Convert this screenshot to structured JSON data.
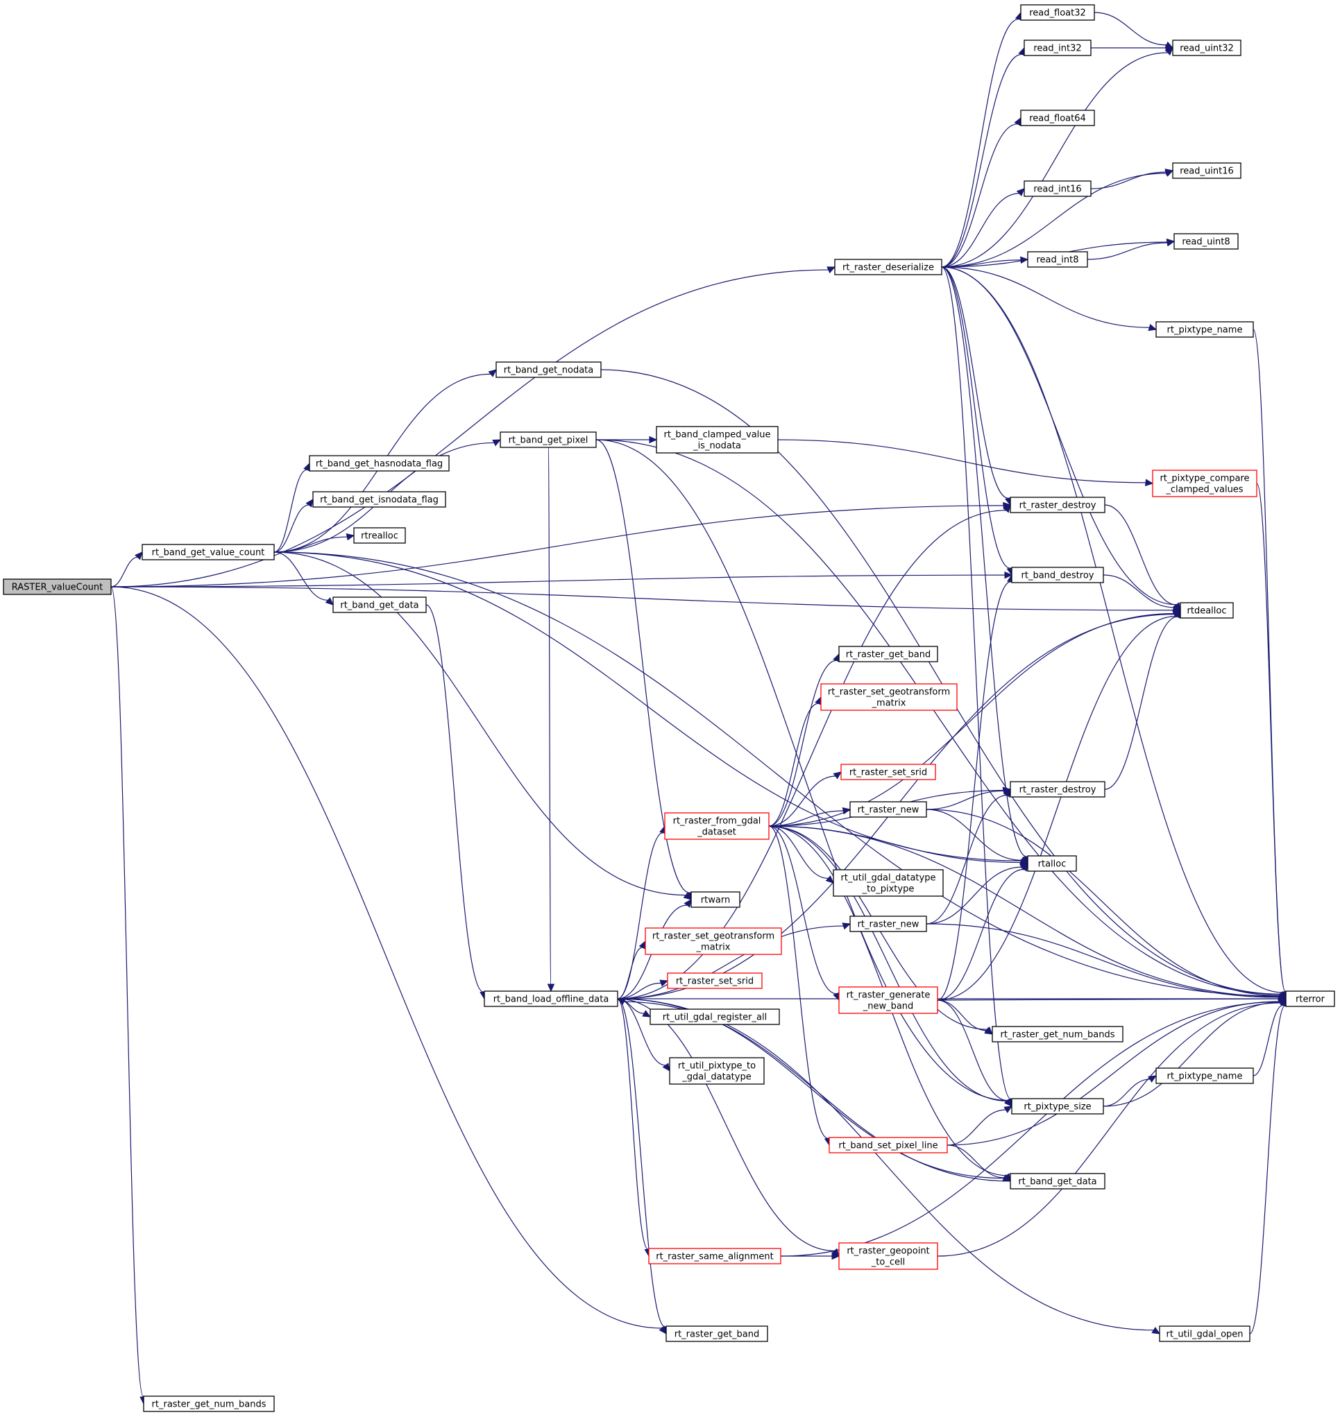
{
  "colors": {
    "edge": "#191970",
    "border_normal": "#000000",
    "border_truncated": "#ff0000",
    "fill_normal": "#ffffff",
    "fill_focus": "#bfbfbf",
    "text": "#000000"
  },
  "nodes": [
    {
      "id": "raster_valuecount",
      "lines": [
        "RASTER_valueCount"
      ],
      "style": "focus"
    },
    {
      "id": "rt_band_get_value_count",
      "lines": [
        "rt_band_get_value_count"
      ],
      "style": "normal"
    },
    {
      "id": "rt_raster_get_num_bands_1",
      "lines": [
        "rt_raster_get_num_bands"
      ],
      "style": "normal"
    },
    {
      "id": "rt_raster_deserialize",
      "lines": [
        "rt_raster_deserialize"
      ],
      "style": "normal"
    },
    {
      "id": "rt_band_get_nodata",
      "lines": [
        "rt_band_get_nodata"
      ],
      "style": "normal"
    },
    {
      "id": "rt_band_get_pixel",
      "lines": [
        "rt_band_get_pixel"
      ],
      "style": "normal"
    },
    {
      "id": "rt_band_get_hasnodata_flag",
      "lines": [
        "rt_band_get_hasnodata_flag"
      ],
      "style": "normal"
    },
    {
      "id": "rt_band_get_isnodata_flag",
      "lines": [
        "rt_band_get_isnodata_flag"
      ],
      "style": "normal"
    },
    {
      "id": "rtrealloc",
      "lines": [
        "rtrealloc"
      ],
      "style": "normal"
    },
    {
      "id": "rt_band_get_data_1",
      "lines": [
        "rt_band_get_data"
      ],
      "style": "normal"
    },
    {
      "id": "rt_band_clamped_value_is_nodata",
      "lines": [
        "rt_band_clamped_value",
        "_is_nodata"
      ],
      "style": "normal"
    },
    {
      "id": "read_float32",
      "lines": [
        "read_float32"
      ],
      "style": "normal"
    },
    {
      "id": "read_int32",
      "lines": [
        "read_int32"
      ],
      "style": "normal"
    },
    {
      "id": "read_uint32",
      "lines": [
        "read_uint32"
      ],
      "style": "normal"
    },
    {
      "id": "read_float64",
      "lines": [
        "read_float64"
      ],
      "style": "normal"
    },
    {
      "id": "read_int16",
      "lines": [
        "read_int16"
      ],
      "style": "normal"
    },
    {
      "id": "read_uint16",
      "lines": [
        "read_uint16"
      ],
      "style": "normal"
    },
    {
      "id": "read_int8",
      "lines": [
        "read_int8"
      ],
      "style": "normal"
    },
    {
      "id": "read_uint8",
      "lines": [
        "read_uint8"
      ],
      "style": "normal"
    },
    {
      "id": "rt_pixtype_name_1",
      "lines": [
        "rt_pixtype_name"
      ],
      "style": "normal"
    },
    {
      "id": "rt_pixtype_compare_clamped_values",
      "lines": [
        "rt_pixtype_compare",
        "_clamped_values"
      ],
      "style": "truncated"
    },
    {
      "id": "rt_raster_destroy_1",
      "lines": [
        "rt_raster_destroy"
      ],
      "style": "normal"
    },
    {
      "id": "rt_band_destroy",
      "lines": [
        "rt_band_destroy"
      ],
      "style": "normal"
    },
    {
      "id": "rtdealloc",
      "lines": [
        "rtdealloc"
      ],
      "style": "normal"
    },
    {
      "id": "rt_raster_get_band_1",
      "lines": [
        "rt_raster_get_band"
      ],
      "style": "normal"
    },
    {
      "id": "rt_raster_set_geotransform_matrix_1",
      "lines": [
        "rt_raster_set_geotransform",
        "_matrix"
      ],
      "style": "truncated"
    },
    {
      "id": "rt_raster_set_srid_1",
      "lines": [
        "rt_raster_set_srid"
      ],
      "style": "truncated"
    },
    {
      "id": "rt_raster_destroy_2",
      "lines": [
        "rt_raster_destroy"
      ],
      "style": "normal"
    },
    {
      "id": "rt_raster_from_gdal_dataset",
      "lines": [
        "rt_raster_from_gdal",
        "_dataset"
      ],
      "style": "truncated"
    },
    {
      "id": "rt_raster_new_1",
      "lines": [
        "rt_raster_new"
      ],
      "style": "normal"
    },
    {
      "id": "rtalloc",
      "lines": [
        "rtalloc"
      ],
      "style": "normal"
    },
    {
      "id": "rt_util_gdal_datatype_to_pixtype",
      "lines": [
        "rt_util_gdal_datatype",
        "_to_pixtype"
      ],
      "style": "normal"
    },
    {
      "id": "rtwarn",
      "lines": [
        "rtwarn"
      ],
      "style": "normal"
    },
    {
      "id": "rt_raster_new_2",
      "lines": [
        "rt_raster_new"
      ],
      "style": "normal"
    },
    {
      "id": "rt_raster_set_geotransform_matrix_2",
      "lines": [
        "rt_raster_set_geotransform",
        "_matrix"
      ],
      "style": "truncated"
    },
    {
      "id": "rt_raster_set_srid_2",
      "lines": [
        "rt_raster_set_srid"
      ],
      "style": "truncated"
    },
    {
      "id": "rt_band_load_offline_data",
      "lines": [
        "rt_band_load_offline_data"
      ],
      "style": "normal"
    },
    {
      "id": "rt_raster_generate_new_band",
      "lines": [
        "rt_raster_generate",
        "_new_band"
      ],
      "style": "truncated"
    },
    {
      "id": "rterror",
      "lines": [
        "rterror"
      ],
      "style": "normal"
    },
    {
      "id": "rt_util_gdal_register_all",
      "lines": [
        "rt_util_gdal_register_all"
      ],
      "style": "normal"
    },
    {
      "id": "rt_raster_get_num_bands_2",
      "lines": [
        "rt_raster_get_num_bands"
      ],
      "style": "normal"
    },
    {
      "id": "rt_util_pixtype_to_gdal_datatype",
      "lines": [
        "rt_util_pixtype_to",
        "_gdal_datatype"
      ],
      "style": "normal"
    },
    {
      "id": "rt_pixtype_name_2",
      "lines": [
        "rt_pixtype_name"
      ],
      "style": "normal"
    },
    {
      "id": "rt_pixtype_size",
      "lines": [
        "rt_pixtype_size"
      ],
      "style": "normal"
    },
    {
      "id": "rt_band_set_pixel_line",
      "lines": [
        "rt_band_set_pixel_line"
      ],
      "style": "truncated"
    },
    {
      "id": "rt_band_get_data_2",
      "lines": [
        "rt_band_get_data"
      ],
      "style": "normal"
    },
    {
      "id": "rt_raster_same_alignment",
      "lines": [
        "rt_raster_same_alignment"
      ],
      "style": "truncated"
    },
    {
      "id": "rt_raster_geopoint_to_cell",
      "lines": [
        "rt_raster_geopoint",
        "_to_cell"
      ],
      "style": "truncated"
    },
    {
      "id": "rt_raster_get_band_2",
      "lines": [
        "rt_raster_get_band"
      ],
      "style": "normal"
    },
    {
      "id": "rt_util_gdal_open",
      "lines": [
        "rt_util_gdal_open"
      ],
      "style": "normal"
    }
  ],
  "edges": [
    [
      "raster_valuecount",
      "rt_band_get_value_count"
    ],
    [
      "raster_valuecount",
      "rt_raster_deserialize"
    ],
    [
      "raster_valuecount",
      "rt_band_destroy"
    ],
    [
      "raster_valuecount",
      "rtdealloc"
    ],
    [
      "raster_valuecount",
      "rt_raster_get_band_2"
    ],
    [
      "raster_valuecount",
      "rt_raster_get_num_bands_1"
    ],
    [
      "raster_valuecount",
      "rt_raster_destroy_1"
    ],
    [
      "rt_band_get_value_count",
      "rt_band_get_nodata"
    ],
    [
      "rt_band_get_value_count",
      "rt_band_get_pixel"
    ],
    [
      "rt_band_get_value_count",
      "rt_band_get_hasnodata_flag"
    ],
    [
      "rt_band_get_value_count",
      "rt_band_get_isnodata_flag"
    ],
    [
      "rt_band_get_value_count",
      "rtrealloc"
    ],
    [
      "rt_band_get_value_count",
      "rt_band_get_data_1"
    ],
    [
      "rt_band_get_value_count",
      "rtwarn"
    ],
    [
      "rt_band_get_value_count",
      "rterror"
    ],
    [
      "rt_band_get_value_count",
      "rtalloc"
    ],
    [
      "rt_raster_deserialize",
      "read_float32"
    ],
    [
      "rt_raster_deserialize",
      "read_int32"
    ],
    [
      "rt_raster_deserialize",
      "read_uint32"
    ],
    [
      "rt_raster_deserialize",
      "read_float64"
    ],
    [
      "rt_raster_deserialize",
      "read_uint16"
    ],
    [
      "rt_raster_deserialize",
      "read_int16"
    ],
    [
      "rt_raster_deserialize",
      "read_uint8"
    ],
    [
      "rt_raster_deserialize",
      "read_int8"
    ],
    [
      "rt_raster_deserialize",
      "rterror"
    ],
    [
      "rt_raster_deserialize",
      "rt_pixtype_name_1"
    ],
    [
      "rt_raster_deserialize",
      "rt_raster_destroy_1"
    ],
    [
      "rt_raster_deserialize",
      "rtdealloc"
    ],
    [
      "rt_raster_deserialize",
      "rt_band_destroy"
    ],
    [
      "rt_raster_deserialize",
      "rtalloc"
    ],
    [
      "rt_raster_deserialize",
      "rt_pixtype_size"
    ],
    [
      "read_float32",
      "read_uint32"
    ],
    [
      "read_int32",
      "read_uint32"
    ],
    [
      "read_int16",
      "read_uint16"
    ],
    [
      "read_int8",
      "read_uint8"
    ],
    [
      "rt_pixtype_name_1",
      "rterror"
    ],
    [
      "rt_band_get_nodata",
      "rterror"
    ],
    [
      "rt_band_get_pixel",
      "rt_band_clamped_value_is_nodata"
    ],
    [
      "rt_band_get_pixel",
      "rterror"
    ],
    [
      "rt_band_get_pixel",
      "rtwarn"
    ],
    [
      "rt_band_get_pixel",
      "rt_pixtype_size"
    ],
    [
      "rt_band_get_pixel",
      "rt_band_load_offline_data"
    ],
    [
      "rt_band_clamped_value_is_nodata",
      "rt_pixtype_compare_clamped_values"
    ],
    [
      "rt_pixtype_compare_clamped_values",
      "rterror"
    ],
    [
      "rt_raster_destroy_1",
      "rtdealloc"
    ],
    [
      "rt_band_destroy",
      "rtdealloc"
    ],
    [
      "rt_band_get_data_1",
      "rt_band_load_offline_data"
    ],
    [
      "rt_band_load_offline_data",
      "rt_raster_destroy_1"
    ],
    [
      "rt_band_load_offline_data",
      "rterror"
    ],
    [
      "rt_band_load_offline_data",
      "rtdealloc"
    ],
    [
      "rt_band_load_offline_data",
      "rt_raster_from_gdal_dataset"
    ],
    [
      "rt_band_load_offline_data",
      "rtwarn"
    ],
    [
      "rt_band_load_offline_data",
      "rt_raster_set_geotransform_matrix_2"
    ],
    [
      "rt_band_load_offline_data",
      "rt_raster_set_srid_2"
    ],
    [
      "rt_band_load_offline_data",
      "rt_util_gdal_register_all"
    ],
    [
      "rt_band_load_offline_data",
      "rt_raster_new_2"
    ],
    [
      "rt_band_load_offline_data",
      "rt_util_pixtype_to_gdal_datatype"
    ],
    [
      "rt_band_load_offline_data",
      "rt_raster_same_alignment"
    ],
    [
      "rt_band_load_offline_data",
      "rt_raster_geopoint_to_cell"
    ],
    [
      "rt_band_load_offline_data",
      "rt_raster_get_band_2"
    ],
    [
      "rt_band_load_offline_data",
      "rt_util_gdal_open"
    ],
    [
      "rt_band_load_offline_data",
      "rt_band_get_data_2"
    ],
    [
      "rt_raster_from_gdal_dataset",
      "rt_raster_get_band_1"
    ],
    [
      "rt_raster_from_gdal_dataset",
      "rt_raster_set_geotransform_matrix_1"
    ],
    [
      "rt_raster_from_gdal_dataset",
      "rt_raster_set_srid_1"
    ],
    [
      "rt_raster_from_gdal_dataset",
      "rt_raster_destroy_2"
    ],
    [
      "rt_raster_from_gdal_dataset",
      "rt_raster_new_1"
    ],
    [
      "rt_raster_from_gdal_dataset",
      "rtalloc"
    ],
    [
      "rt_raster_from_gdal_dataset",
      "rt_util_gdal_datatype_to_pixtype"
    ],
    [
      "rt_raster_from_gdal_dataset",
      "rtdealloc"
    ],
    [
      "rt_raster_from_gdal_dataset",
      "rt_raster_generate_new_band"
    ],
    [
      "rt_raster_from_gdal_dataset",
      "rt_raster_get_num_bands_2"
    ],
    [
      "rt_raster_from_gdal_dataset",
      "rterror"
    ],
    [
      "rt_raster_from_gdal_dataset",
      "rt_pixtype_size"
    ],
    [
      "rt_raster_from_gdal_dataset",
      "rt_band_set_pixel_line"
    ],
    [
      "rt_raster_from_gdal_dataset",
      "rt_band_get_data_2"
    ],
    [
      "rt_raster_destroy_2",
      "rtdealloc"
    ],
    [
      "rt_raster_new_1",
      "rt_raster_destroy_2"
    ],
    [
      "rt_raster_new_1",
      "rtalloc"
    ],
    [
      "rt_raster_new_1",
      "rterror"
    ],
    [
      "rt_raster_new_2",
      "rtalloc"
    ],
    [
      "rt_raster_new_2",
      "rterror"
    ],
    [
      "rt_raster_new_2",
      "rt_raster_destroy_2"
    ],
    [
      "rt_raster_generate_new_band",
      "rt_band_destroy"
    ],
    [
      "rt_raster_generate_new_band",
      "rtdealloc"
    ],
    [
      "rt_raster_generate_new_band",
      "rtalloc"
    ],
    [
      "rt_raster_generate_new_band",
      "rterror"
    ],
    [
      "rt_raster_generate_new_band",
      "rt_raster_get_num_bands_2"
    ],
    [
      "rt_raster_generate_new_band",
      "rt_pixtype_size"
    ],
    [
      "rt_pixtype_size",
      "rt_pixtype_name_2"
    ],
    [
      "rt_pixtype_size",
      "rterror"
    ],
    [
      "rt_pixtype_name_2",
      "rterror"
    ],
    [
      "rt_band_set_pixel_line",
      "rt_pixtype_size"
    ],
    [
      "rt_band_set_pixel_line",
      "rterror"
    ],
    [
      "rt_band_set_pixel_line",
      "rt_band_get_data_2"
    ],
    [
      "rt_band_get_data_2",
      "rt_band_load_offline_data"
    ],
    [
      "rt_raster_same_alignment",
      "rt_raster_geopoint_to_cell"
    ],
    [
      "rt_raster_same_alignment",
      "rterror"
    ],
    [
      "rt_raster_geopoint_to_cell",
      "rterror"
    ],
    [
      "rt_util_gdal_open",
      "rterror"
    ]
  ]
}
